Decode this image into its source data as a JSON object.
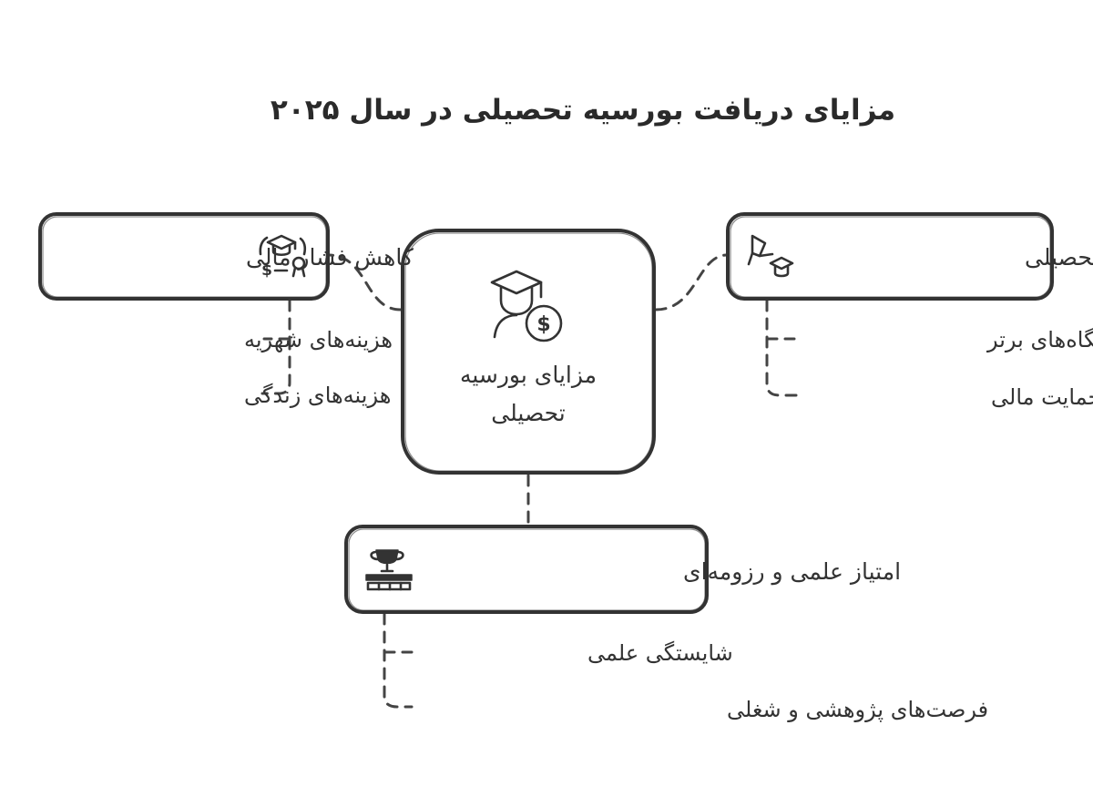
{
  "title": "مزایای دریافت بورسیه تحصیلی در سال ۲۰۲۵",
  "center": {
    "line1": "مزایای بورسیه",
    "line2": "تحصیلی"
  },
  "branches": {
    "left": {
      "label": "کاهش فشار مالی",
      "icon": "graduation-cap-dollar-award-icon",
      "items": [
        "هزینه‌های شهریه",
        "هزینه‌های زندگی"
      ]
    },
    "right": {
      "label": "فرصت‌های تحصیلی",
      "icon": "pin-graduation-cap-icon",
      "items": [
        "دانشگاه‌های برتر",
        "بدون حمایت مالی"
      ]
    },
    "bottom": {
      "label": "امتیاز علمی و رزومه‌ای",
      "icon": "trophy-books-icon",
      "items": [
        "شایستگی علمی",
        "فرصت‌های پژوهشی و شغلی"
      ]
    }
  }
}
